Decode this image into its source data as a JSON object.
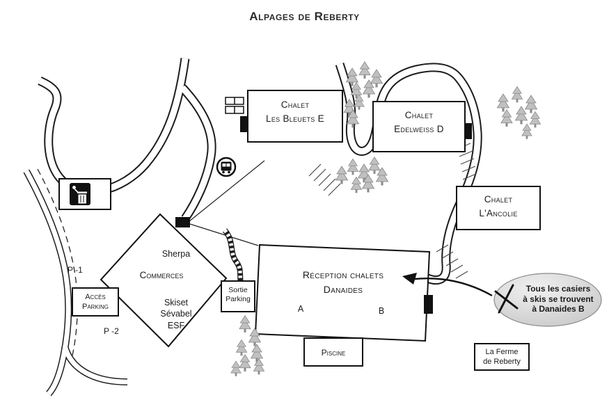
{
  "title": "Alpages de Reberty",
  "buildings": {
    "bleuets": {
      "line1": "Chalet",
      "line2": "Les Bleuets E"
    },
    "edelweiss": {
      "line1": "Chalet",
      "line2": "Edelweiss D"
    },
    "ancolie": {
      "line1": "Chalet",
      "line2": "L'Ancolie"
    },
    "reception": {
      "line1": "Réception chalets",
      "line2": "Danaides",
      "wing_a": "A",
      "wing_b": "B"
    },
    "piscine": {
      "label": "Piscine"
    },
    "ferme": {
      "line1": "La Ferme",
      "line2": "de Reberty"
    },
    "commerces": {
      "shop_sherpa": "Sherpa",
      "label": "Commerces",
      "shop_skiset": "Skiset",
      "shop_sevabel": "Sévabel",
      "shop_esf": "ESF"
    }
  },
  "parking": {
    "sortie_line1": "Sortie",
    "sortie_line2": "Parking",
    "acces_line1": "Accès",
    "acces_line2": "Parking",
    "level1": "P -1",
    "level2": "P -2"
  },
  "callout": {
    "line1": "Tous les casiers",
    "line2": "à skis se trouvent",
    "line3": "à Danaides B"
  },
  "icons": {
    "bus_stop": "bus-stop-icon",
    "litter_bin": "litter-bin-icon",
    "ski": "ski-icon",
    "tree": "tree-icon"
  },
  "colors": {
    "road": "#1c1c1c",
    "building_border": "#111111",
    "tree": "#c0c0c0",
    "callout_fill": "#d9d9d9"
  }
}
